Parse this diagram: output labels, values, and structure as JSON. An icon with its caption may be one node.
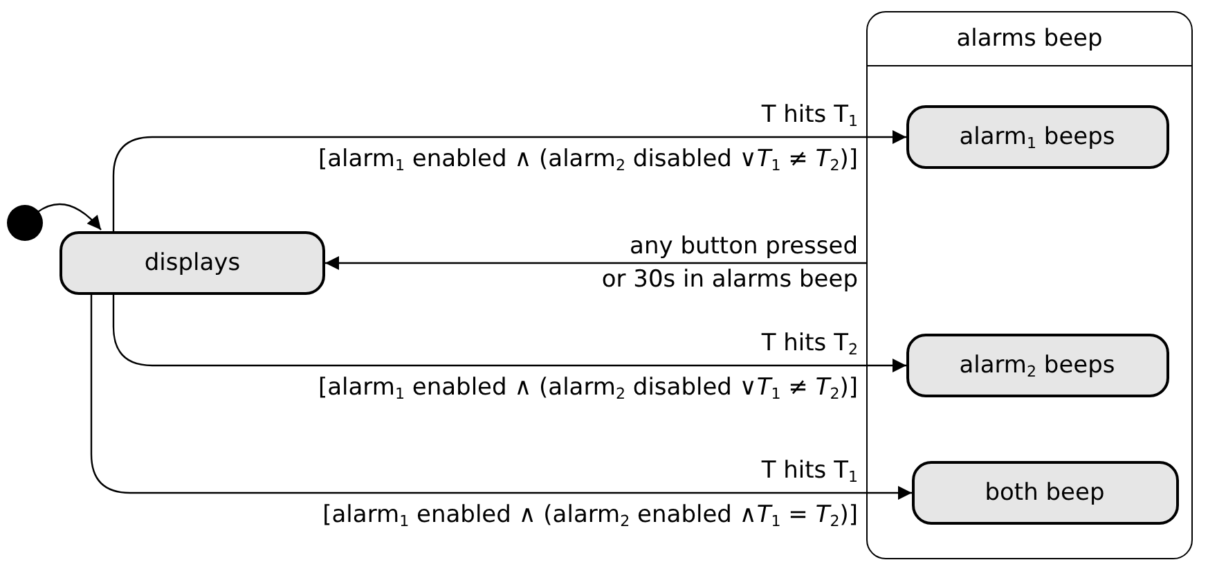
{
  "diagram": {
    "nodes": [
      {
        "text": [],
        "shape": "circle"
      },
      {
        "text": [
          "displays"
        ]
      },
      {
        "text": [
          "alarms beep"
        ]
      },
      {
        "text": [
          "alarm$_{1}$ beeps"
        ],
        "in": 2
      },
      {
        "text": [
          "alarm$_{2}$ beeps"
        ],
        "in": 2
      },
      {
        "text": [
          "both beep"
        ],
        "in": 2
      }
    ],
    "edges": [
      {
        "from": 0,
        "to": 1,
        "arrow": "to"
      },
      {
        "from": 1,
        "to": 3,
        "arrow": "to",
        "label": "T hits T$_{1}$ [alarm$_{1}$ enabled ∧ (alarm$_{2}$ disabled ∨*T*$_{1}$ ≠ *T*$_{2}$)]"
      },
      {
        "from": 2,
        "to": 1,
        "arrow": "to",
        "label": "any button pressed or 30s in alarms beep"
      },
      {
        "from": 1,
        "to": 4,
        "arrow": "to",
        "label": "T hits T$_{2}$ [alarm$_{1}$ enabled ∧ (alarm$_{2}$ disabled ∨*T*$_{1}$ ≠ *T*$_{2}$)]"
      },
      {
        "from": 1,
        "to": 5,
        "arrow": "to",
        "label": "T hits T$_{1}$ [alarm$_{1}$ enabled ∧ (alarm$_{2}$ enabled ∧*T*$_{1}$ = *T*$_{2}$)]"
      }
    ]
  }
}
